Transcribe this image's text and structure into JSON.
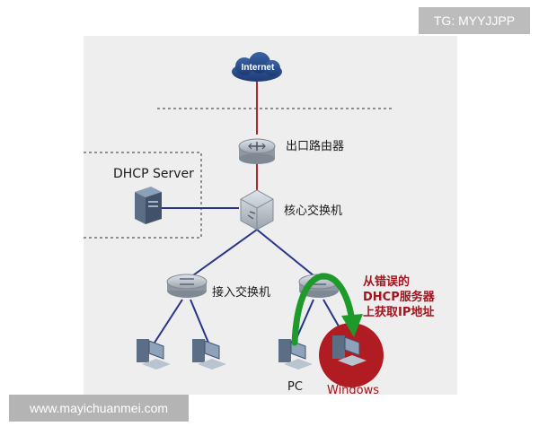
{
  "diagram": {
    "internet_label": "Internet",
    "router_label": "出口路由器",
    "dhcp_server_label": "DHCP Server",
    "core_switch_label": "核心交换机",
    "access_switch_label": "接入交换机",
    "pc_label": "PC",
    "windows_label": "Windows",
    "annotation_lines": [
      "从错误的",
      "DHCP服务器",
      "上获取IP地址"
    ]
  },
  "watermarks": {
    "top_right": "TG: MYYJJPP",
    "bottom_left": "www.mayichuanmei.com"
  },
  "colors": {
    "background_panel": "#eeeeee",
    "wan_link": "#b0262e",
    "lan_link": "#26348a",
    "wrong_path_arrow": "#1e9a2a",
    "highlight_circle": "#b01c22",
    "annotation_text": "#a3141c"
  }
}
